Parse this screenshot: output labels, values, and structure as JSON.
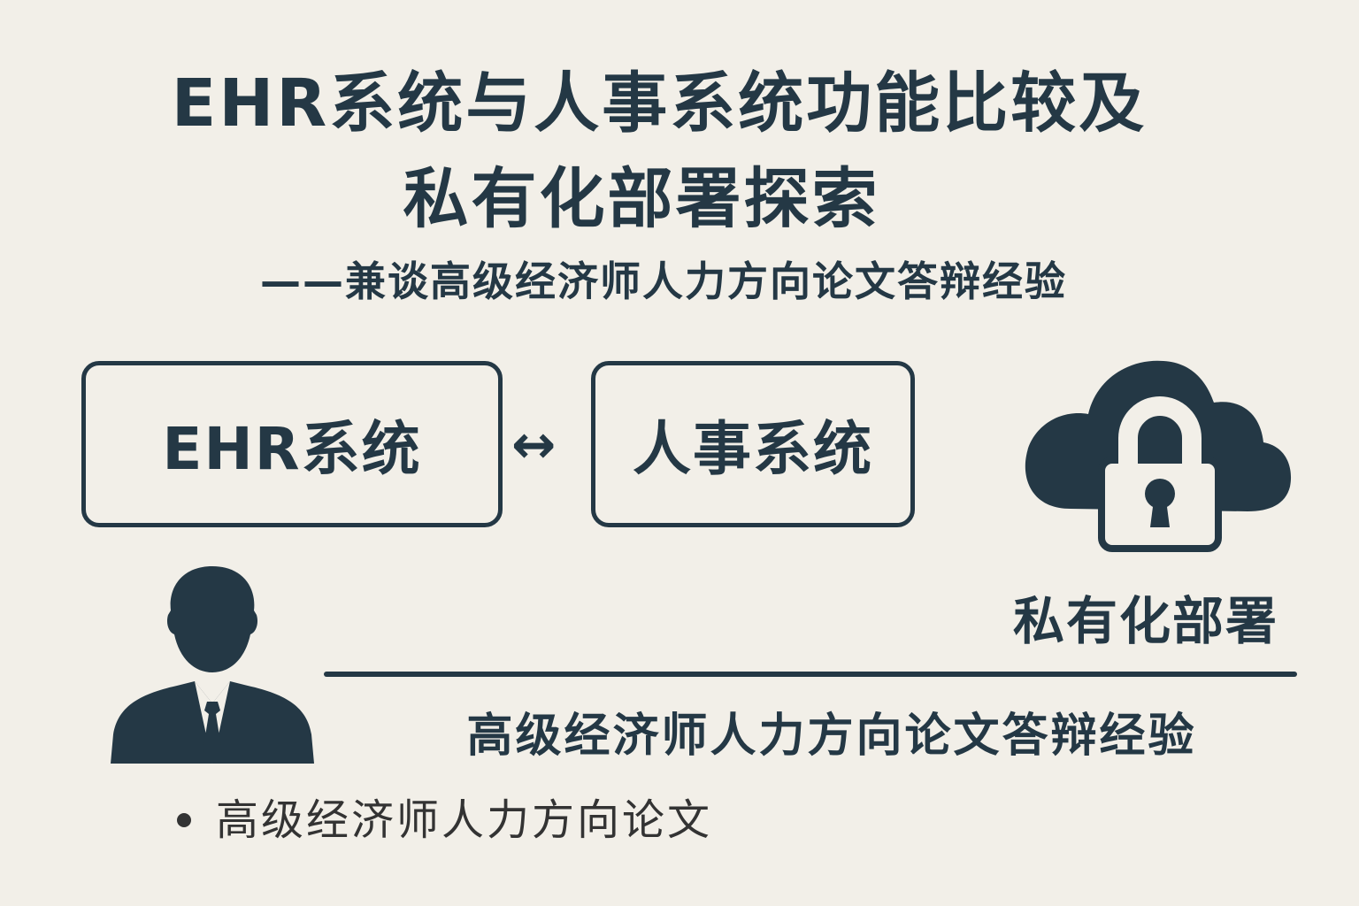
{
  "title": {
    "line1": "EHR系统与人事系统功能比较及",
    "line2": "私有化部署探索"
  },
  "subtitle": "——兼谈高级经济师人力方向论文答辩经验",
  "comparison": {
    "left": "EHR系统",
    "arrow": "↔",
    "right": "人事系统"
  },
  "private_deployment": {
    "icon": "cloud-lock-icon",
    "label": "私有化部署"
  },
  "experience": {
    "icon": "businessman-icon",
    "heading": "高级经济师人力方向论文答辩经验",
    "bullets": [
      "高级经济师人力方向论文"
    ]
  },
  "colors": {
    "primary": "#243845",
    "background": "#f2efe8"
  }
}
